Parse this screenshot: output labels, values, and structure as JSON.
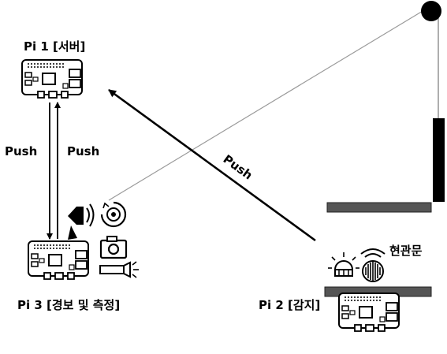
{
  "nodes": {
    "pi1": {
      "label": "Pi 1 [서버]"
    },
    "pi2": {
      "label": "Pi 2 [감지]"
    },
    "pi3": {
      "label": "Pi 3 [경보 및 측정]"
    }
  },
  "edges": {
    "pi3_to_pi1": {
      "label": "Push"
    },
    "pi1_to_pi3": {
      "label": "Push"
    },
    "pi2_to_pi1": {
      "label": "Push"
    }
  },
  "door": {
    "label": "현관문"
  },
  "icons": {
    "pi3_devices": [
      "speaker-icon",
      "rotary-sensor-icon",
      "camera-icon",
      "flashlight-icon"
    ],
    "pi2_sensors": [
      "light-sensor-icon",
      "ultrasonic-sensor-icon"
    ],
    "board": "raspberry-pi-board-icon",
    "pulley": "pulley-icon"
  }
}
